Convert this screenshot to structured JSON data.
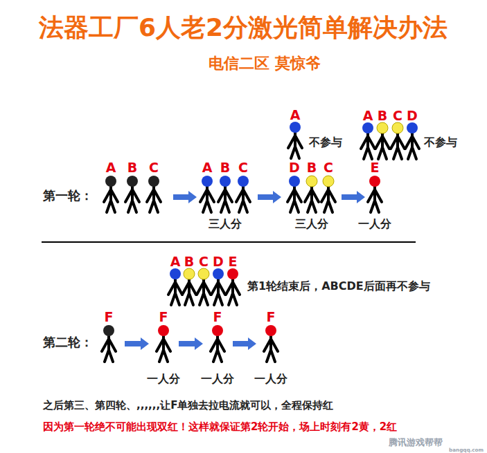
{
  "diagram": {
    "title": "法器工厂6人老2分激光简单解决办法",
    "caption": "电信二区 莫惊爷",
    "labels": [
      "A",
      "不参与",
      "A",
      "B",
      "C",
      "D",
      "不参与",
      "第一轮：",
      "A",
      "B",
      "C",
      "A",
      "B",
      "C",
      "D",
      "B",
      "C",
      "E",
      "三人分",
      "三人分",
      "一人分",
      "A",
      "B",
      "C",
      "D",
      "E",
      "第1轮结束后，ABCDE后面再不参与",
      "F",
      "F",
      "F",
      "F",
      "第二轮：",
      "一人分",
      "一人分",
      "一人分",
      "之后第三、第四轮、,,,,,,让F单独去拉电流就可以，全程保持红",
      "因为第一轮绝不可能出现双红！这样就保证第2轮开始，场上时刻有2黄，2红",
      "腾讯游戏帮帮",
      "bangqq.com"
    ]
  }
}
